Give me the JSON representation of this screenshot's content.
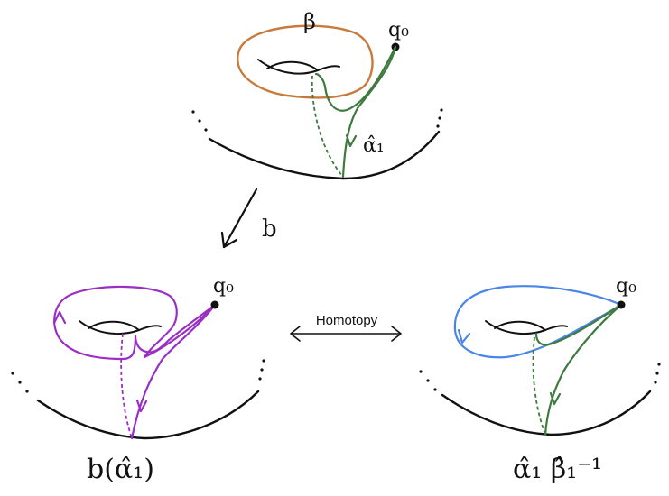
{
  "colors": {
    "ink": "#111111",
    "beta_orange": "#c77a3c",
    "path_green": "#3f7a3f",
    "image_purple": "#9b2fc4",
    "homotopy_blue": "#4a86e8"
  },
  "top_panel": {
    "beta_label": "β",
    "basepoint_label": "q₀",
    "alpha_label": "α̂₁"
  },
  "map": {
    "label": "b"
  },
  "bottom_left": {
    "basepoint_label": "q₀",
    "caption": "b(α̂₁)"
  },
  "homotopy": {
    "label": "Homotopy"
  },
  "bottom_right": {
    "basepoint_label": "q₀",
    "caption": "α̂₁ β̂₁⁻¹"
  }
}
